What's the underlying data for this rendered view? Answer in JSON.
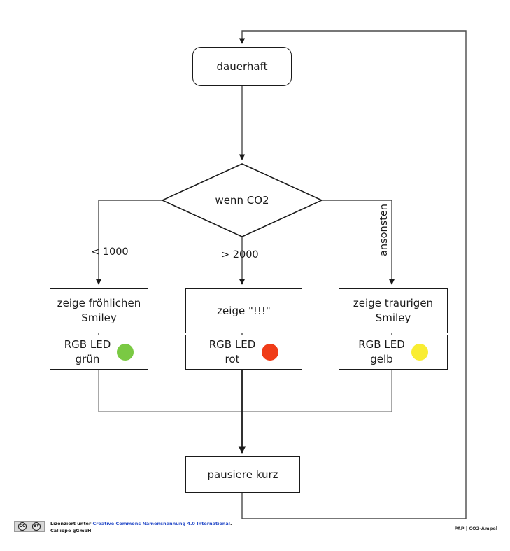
{
  "diagram": {
    "title_tag": "PAP | CO2-Ampel",
    "start": {
      "label": "dauerhaft",
      "shape": "rounded-rectangle"
    },
    "decision": {
      "label": "wenn CO2",
      "shape": "diamond"
    },
    "branches": [
      {
        "label": "< 1000"
      },
      {
        "label": "> 2000"
      },
      {
        "label": "ansonsten"
      }
    ],
    "actions": [
      {
        "label": "zeige fröhlichen\nSmiley"
      },
      {
        "label": "zeige \"!!!\""
      },
      {
        "label": "zeige traurigen\nSmiley"
      }
    ],
    "leds": [
      {
        "label": "RGB LED\ngrün",
        "color": "#7ac943"
      },
      {
        "label": "RGB LED\nrot",
        "color": "#f03c18"
      },
      {
        "label": "RGB LED\ngelb",
        "color": "#f9ed32"
      }
    ],
    "pause": {
      "label": "pausiere kurz"
    }
  },
  "footer": {
    "license_prefix": "Lizenziert unter ",
    "license_link": "Creative Commons Namensnennung 4.0 International",
    "license_suffix": ".",
    "org": "Calliope gGmbH",
    "badge": {
      "cc": "CC",
      "by": "BY"
    },
    "tag": "PAP | CO2-Ampel"
  },
  "colors": {
    "stroke": "#1a1a1a",
    "wire": "#4a4a4a",
    "background": "#ffffff",
    "link": "#2b4fc9"
  }
}
